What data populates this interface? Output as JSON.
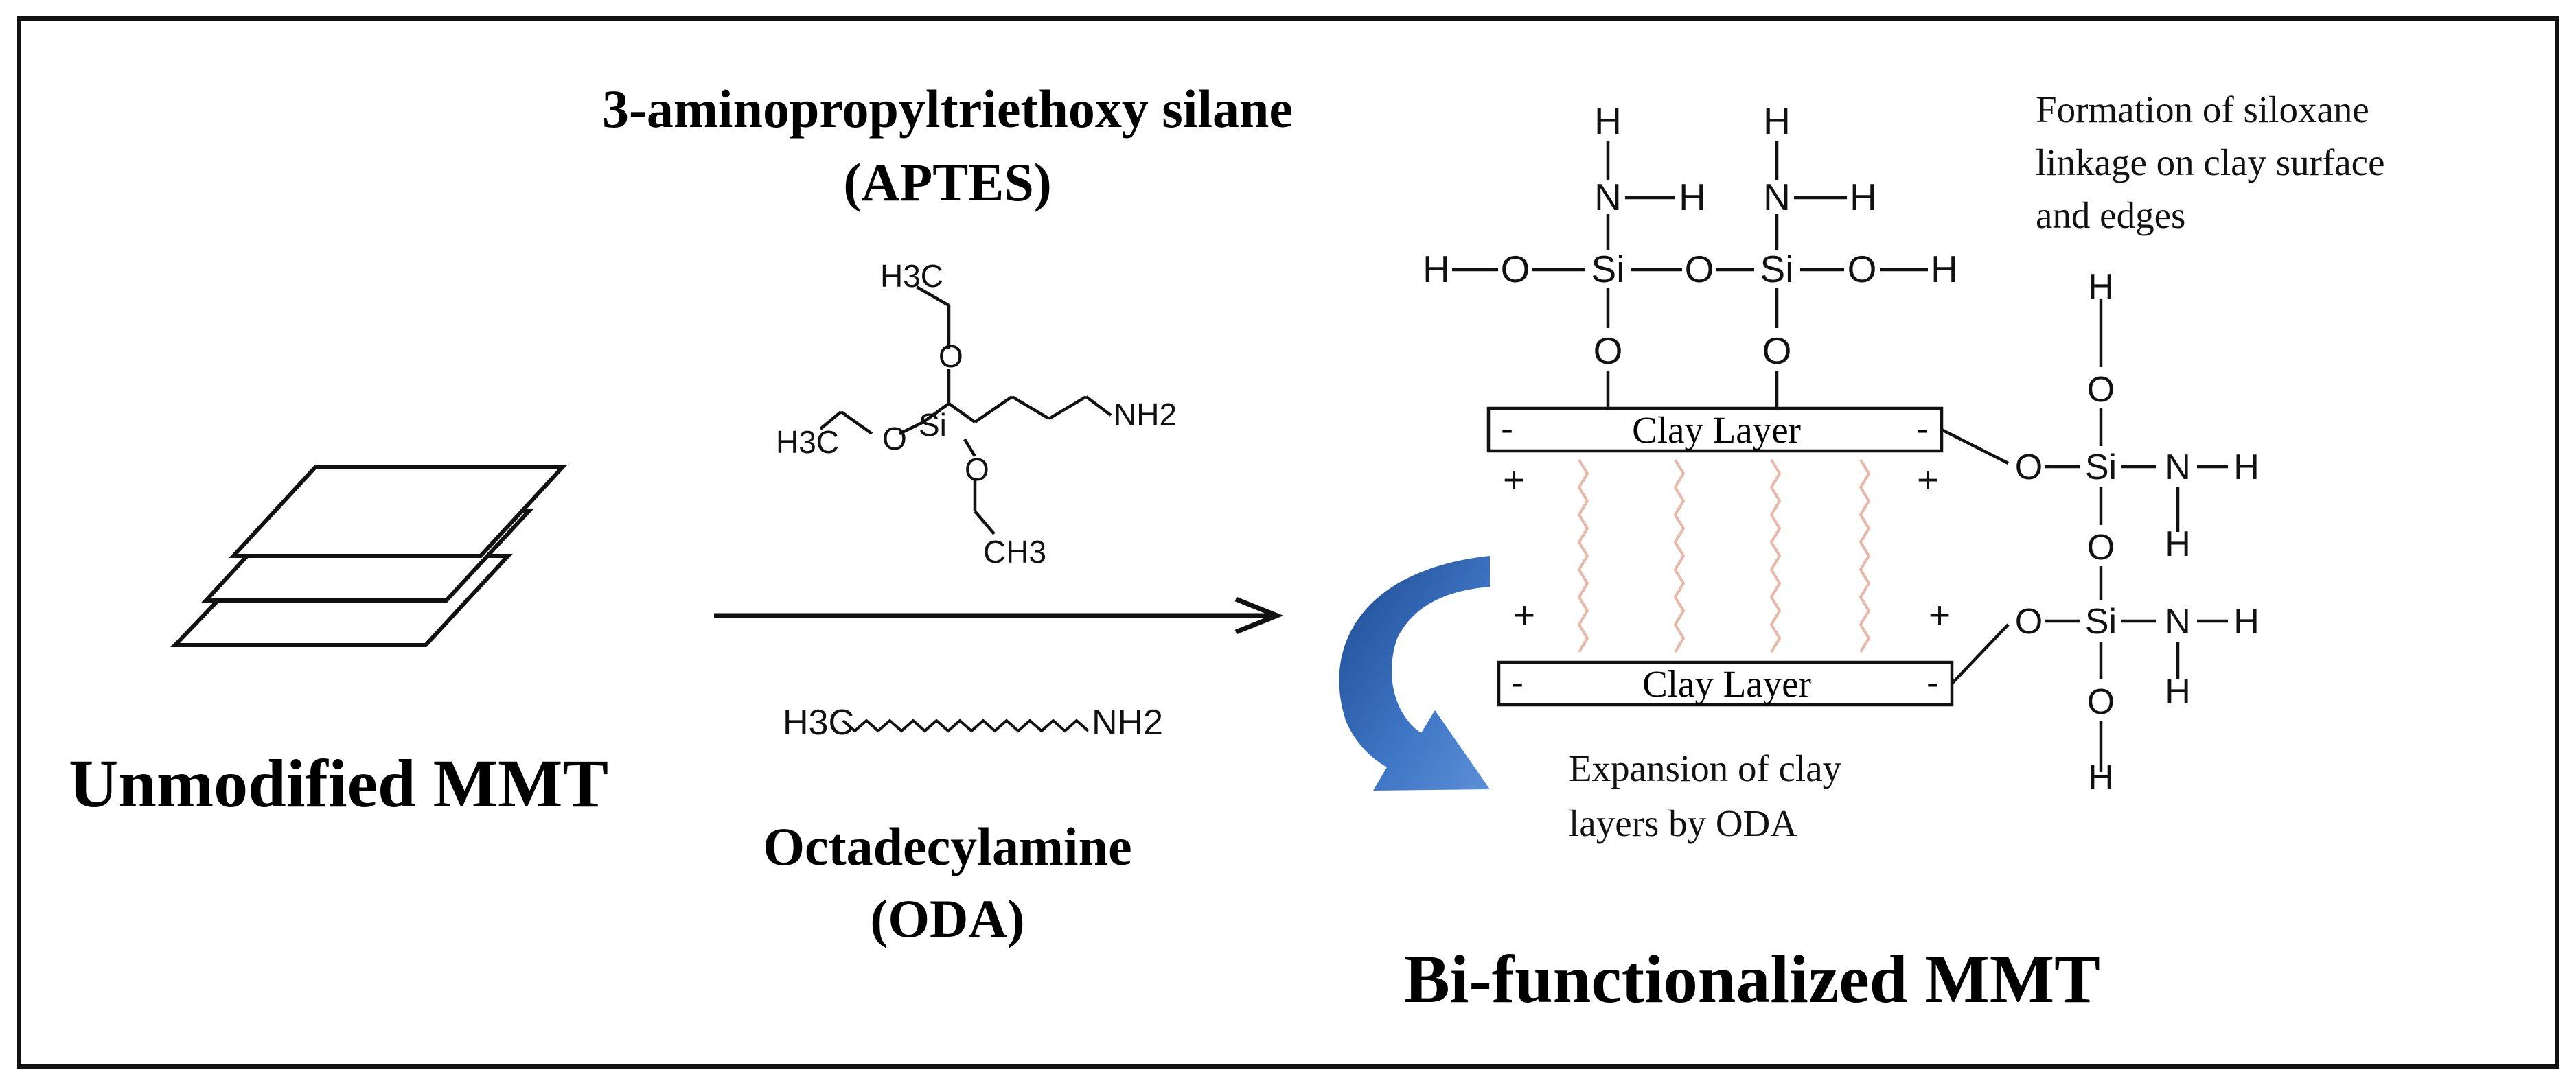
{
  "labels": {
    "aptes_name": "3-aminopropyltriethoxy silane",
    "aptes_abbr": "(APTES)",
    "unmodified": "Unmodified MMT",
    "oda_name": "Octadecylamine",
    "oda_abbr": "(ODA)",
    "product": "Bi-functionalized MMT",
    "siloxane_note": [
      "Formation of siloxane",
      "linkage on clay surface",
      "and edges"
    ],
    "expansion_note": [
      "Expansion of clay",
      "layers by ODA"
    ],
    "clay_layer_top": "Clay Layer",
    "clay_layer_bottom": "Clay Layer"
  },
  "aptes_structure": {
    "si": "Si",
    "o": "O",
    "h3c_top": "H3C",
    "h3c_left": "H3C",
    "ch3_bottom": "CH3",
    "nh2": "NH2"
  },
  "oda_structure": {
    "h3c": "H3C",
    "nh2": "NH2"
  },
  "top_chain": {
    "h": "H",
    "n": "N",
    "o": "O",
    "si": "Si"
  },
  "side_chain": {
    "h": "H",
    "n": "N",
    "o": "O",
    "si": "Si"
  },
  "charges": {
    "minus": "-",
    "plus": "+"
  },
  "colors": {
    "ink": "#111111",
    "arrow_blue": "#2f5fa8",
    "wavy": "#e8b9a8"
  }
}
